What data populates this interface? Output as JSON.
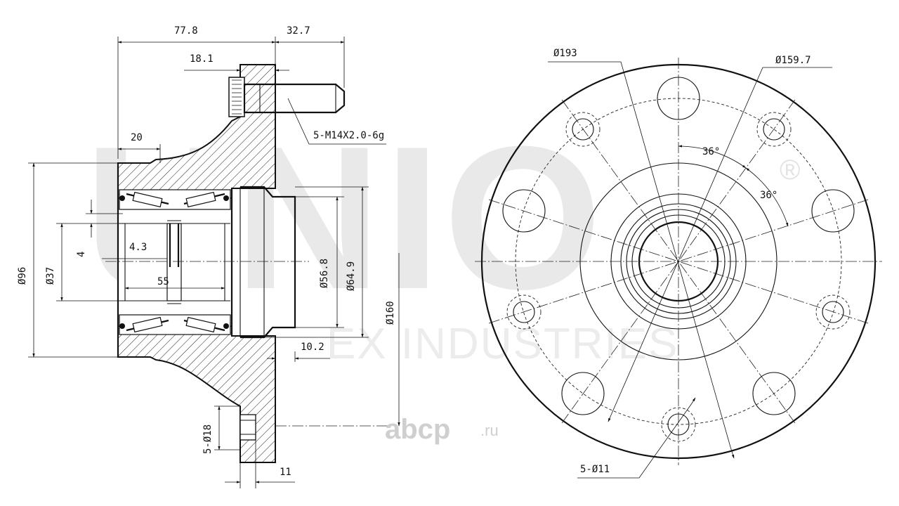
{
  "watermark": {
    "brand": "UNIO",
    "registered": "®",
    "subtitle": "EX INDUSTRIES"
  },
  "site_logo": {
    "text": "abcp",
    "suffix": ".ru"
  },
  "side_view": {
    "dims": {
      "d77_8": "77.8",
      "d32_7": "32.7",
      "d18_1": "18.1",
      "d20": "20",
      "thread": "5-M14X2.0-6g",
      "d4": "4",
      "d4_3": "4.3",
      "d55": "55",
      "d_o96": "Ø96",
      "d_o37": "Ø37",
      "d_o56_8": "Ø56.8",
      "d_o64_9": "Ø64.9",
      "d_o160": "Ø160",
      "d10_2": "10.2",
      "d5_o18": "5-Ø18",
      "d11": "11"
    }
  },
  "front_view": {
    "dims": {
      "d_o193": "Ø193",
      "d_o159_7": "Ø159.7",
      "a36_1": "36°",
      "a36_2": "36°",
      "d5_o11": "5-Ø11"
    }
  }
}
